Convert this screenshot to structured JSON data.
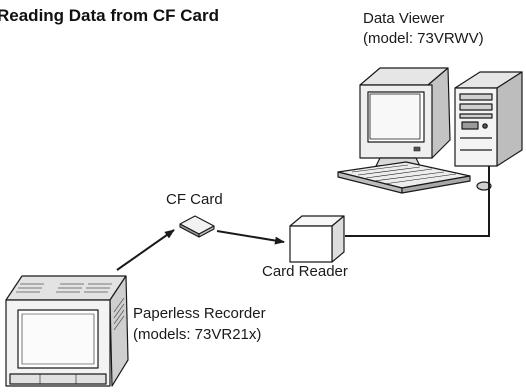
{
  "title": "Reading Data from CF Card",
  "data_viewer": {
    "name": "Data Viewer",
    "model": "(model: 73VRWV)"
  },
  "cf_card": {
    "label": "CF Card"
  },
  "card_reader": {
    "label": "Card Reader"
  },
  "recorder": {
    "name": "Paperless Recorder",
    "model": "(models: 73VR21x)"
  },
  "colors": {
    "line": "#1a1a1a",
    "device_light": "#f2f2f2",
    "device_mid": "#d4d4d4",
    "device_dark": "#9a9a9a"
  }
}
